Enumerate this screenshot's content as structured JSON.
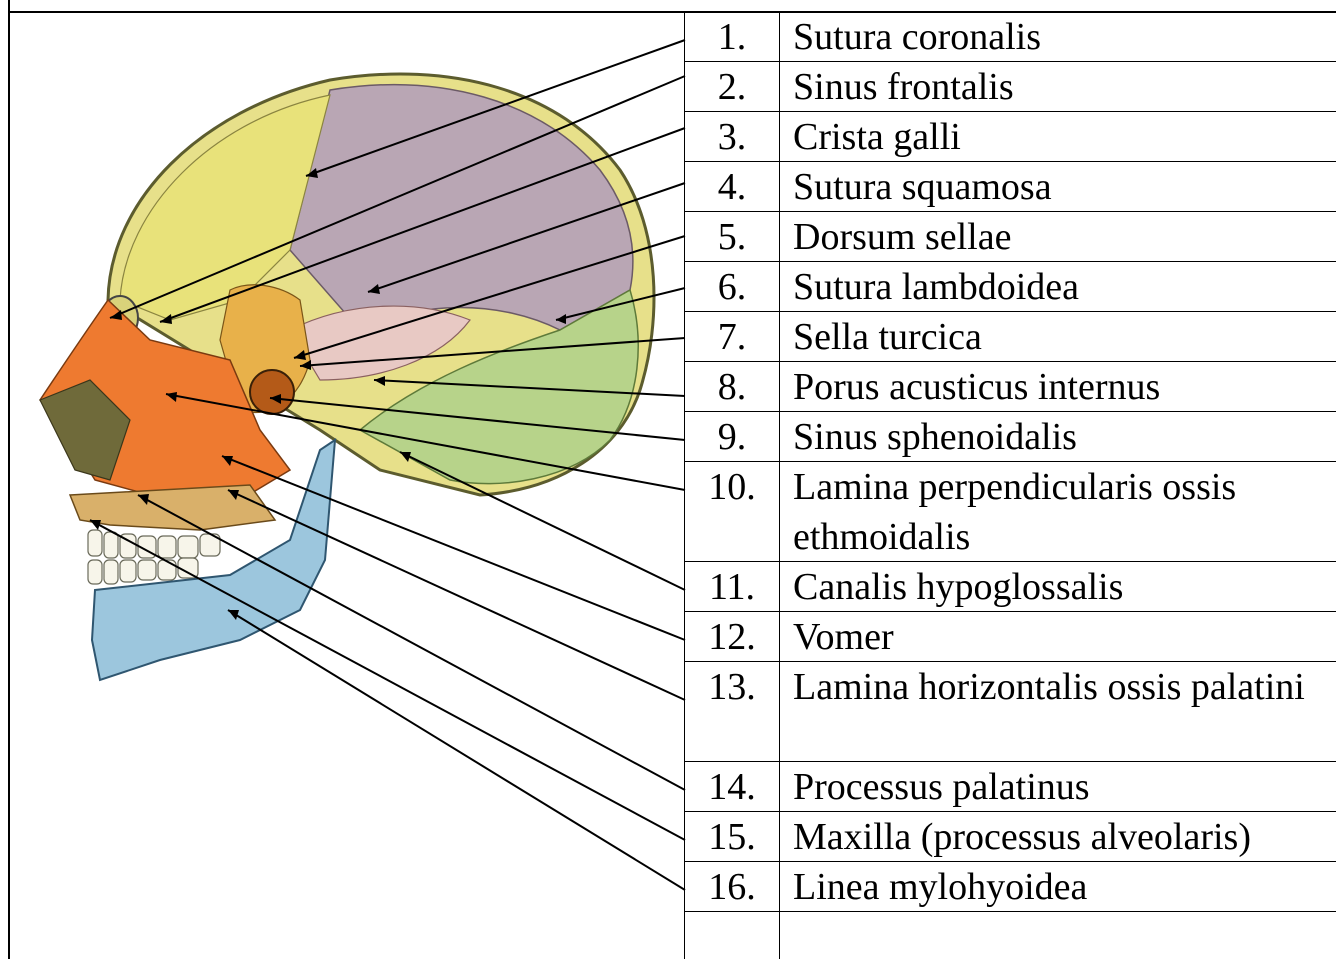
{
  "legend": {
    "items": [
      {
        "number": "1.",
        "label": "Sutura coronalis"
      },
      {
        "number": "2.",
        "label": "Sinus frontalis"
      },
      {
        "number": "3.",
        "label": "Crista galli"
      },
      {
        "number": "4.",
        "label": "Sutura squamosa"
      },
      {
        "number": "5.",
        "label": "Dorsum sellae"
      },
      {
        "number": "6.",
        "label": "Sutura lambdoidea"
      },
      {
        "number": "7.",
        "label": "Sella turcica"
      },
      {
        "number": "8.",
        "label": "Porus acusticus internus"
      },
      {
        "number": "9.",
        "label": "Sinus sphenoidalis"
      },
      {
        "number": "10.",
        "label": "Lamina perpendicularis ossis ethmoidalis"
      },
      {
        "number": "11.",
        "label": "Canalis hypoglossalis"
      },
      {
        "number": "12.",
        "label": "Vomer"
      },
      {
        "number": "13.",
        "label": "Lamina horizontalis ossis palatini"
      },
      {
        "number": "14.",
        "label": "Processus palatinus"
      },
      {
        "number": "15.",
        "label": "Maxilla (processus alveolaris)"
      },
      {
        "number": "16.",
        "label": "Linea mylohyoidea"
      },
      {
        "number": "",
        "label": ""
      }
    ]
  },
  "colors": {
    "frontal_bone": "#e8e27a",
    "parietal_bone": "#b9a6b4",
    "occipital_bone": "#b7d38a",
    "sphenoid_bone": "#e39a3c",
    "ethmoid_bone": "#f07a30",
    "temporal_bone": "#f1e3a4",
    "mandible": "#9cc6dd",
    "vomer_nasal": "#6f6a3a"
  }
}
